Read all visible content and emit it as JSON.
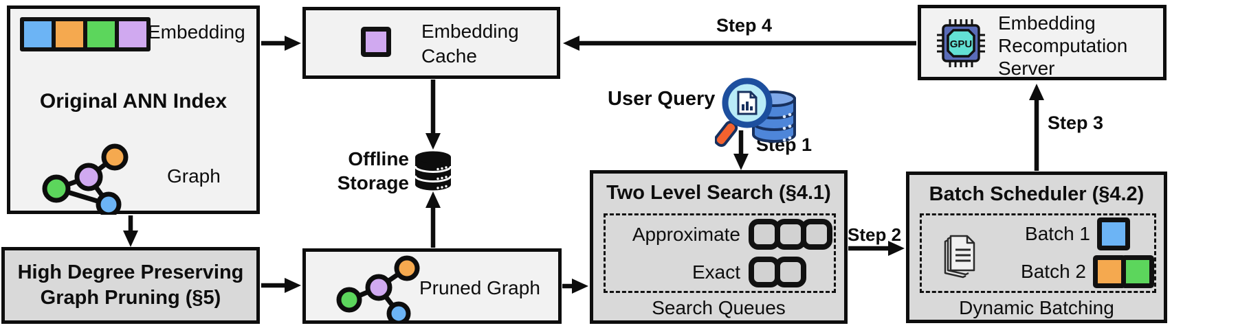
{
  "boxes": {
    "original_ann_index": {
      "embedding_label": "Embedding",
      "title": "Original ANN Index",
      "graph_label": "Graph"
    },
    "embedding_cache": {
      "lines": [
        "Embedding",
        "Cache"
      ]
    },
    "offline_storage": {
      "lines": [
        "Offline",
        "Storage"
      ]
    },
    "user_query": {
      "label": "User Query"
    },
    "two_level_search": {
      "title": "Two Level Search (§4.1)",
      "approximate_label": "Approximate",
      "exact_label": "Exact",
      "approximate_queue_count": 3,
      "exact_queue_count": 2,
      "caption": "Search Queues"
    },
    "batch_scheduler": {
      "title": "Batch Scheduler (§4.2)",
      "batch1_label": "Batch 1",
      "batch2_label": "Batch 2",
      "caption": "Dynamic Batching"
    },
    "recomputation_server": {
      "lines": [
        "Embedding",
        "Recomputation",
        "Server"
      ],
      "gpu_chip_label": "GPU"
    },
    "high_degree_pruning": {
      "lines": [
        "High Degree Preserving",
        "Graph Pruning (§5)"
      ]
    },
    "pruned_graph": {
      "label": "Pruned Graph"
    }
  },
  "steps": {
    "s1": "Step 1",
    "s2": "Step 2",
    "s3": "Step 3",
    "s4": "Step 4"
  },
  "icons": {
    "embedding_cache_swatch": "purple-square-icon",
    "offline_storage": "database-icon",
    "user_query": "magnifier-database-icon",
    "recomputation_server": "gpu-chip-icon",
    "batch_scheduler": "documents-icon",
    "graphs": "node-graph-icon"
  },
  "colors": {
    "blue": "#6cb4f5",
    "orange": "#f5a94f",
    "green": "#5cd65c",
    "purple": "#d0a9f0",
    "box_light": "#f2f2f2",
    "box_dark": "#d9d9d9",
    "outline": "#0d0d0d",
    "query_db_blue": "#4e86d9",
    "magnifier_handle_orange": "#f2622f",
    "gpu_body_blue": "#5a6cb8",
    "gpu_core_teal": "#63e0d4"
  }
}
